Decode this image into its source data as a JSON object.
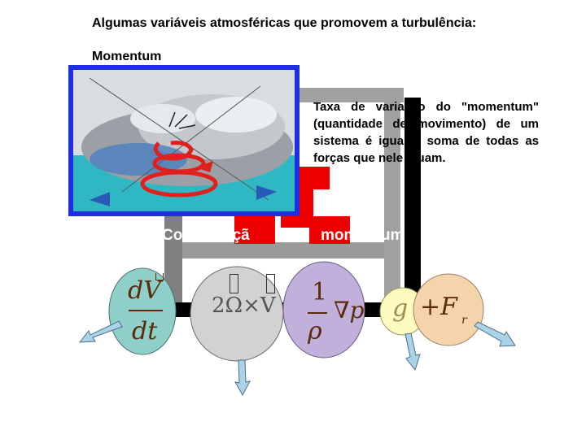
{
  "slide": {
    "heading": "Algumas variáveis atmosféricas que promovem a turbulência:",
    "subheading": "Momentum",
    "description": "Taxa de variação do \"momentum\" (quantidade de movimento) de um sistema é igual à soma de todas as forças que nele atuam.",
    "overlay_left": "Conservaçã",
    "overlay_right": "momentum"
  },
  "equation": {
    "dV": "dV",
    "dt": "dt",
    "coriolis": "2Ω×V",
    "missing_glyph_1": "",
    "missing_glyph_2": "",
    "one": "1",
    "rho": "ρ",
    "grad_p": "∇p",
    "g": "g",
    "plus_F": "+F",
    "r": "r"
  },
  "colors": {
    "frame_border": "#1f2fe0",
    "red_shape": "#ee0000",
    "gray_bar": "#808080",
    "teal_bubble": "#8ecfc9",
    "gray_bubble": "#d2d2d2",
    "purple_bubble": "#c2b0dc",
    "yellow_bubble": "#fdfbc0",
    "orange_bubble": "#f5d4ac",
    "arrow_fill": "#aad2e8"
  }
}
